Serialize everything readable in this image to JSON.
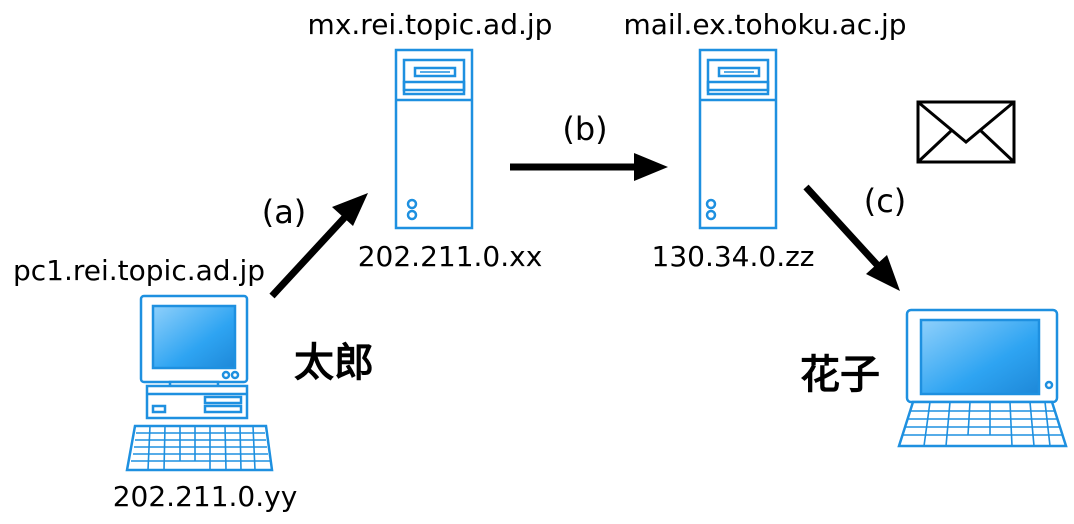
{
  "colors": {
    "device_stroke": "#1e90e0",
    "screen_fill": "#2ea4f2",
    "arrow": "#000000",
    "text": "#000000"
  },
  "hosts": {
    "sender_pc": {
      "hostname": "pc1.rei.topic.ad.jp",
      "ip": "202.211.0.yy",
      "user": "太郎"
    },
    "sender_server": {
      "hostname": "mx.rei.topic.ad.jp",
      "ip": "202.211.0.xx"
    },
    "receiver_server": {
      "hostname": "mail.ex.tohoku.ac.jp",
      "ip": "130.34.0.zz"
    },
    "receiver_pc": {
      "user": "花子"
    }
  },
  "steps": {
    "a": "(a)",
    "b": "(b)",
    "c": "(c)"
  },
  "icons": [
    "desktop-pc-icon",
    "server-tower-icon",
    "laptop-icon",
    "envelope-icon",
    "arrow-icon"
  ]
}
